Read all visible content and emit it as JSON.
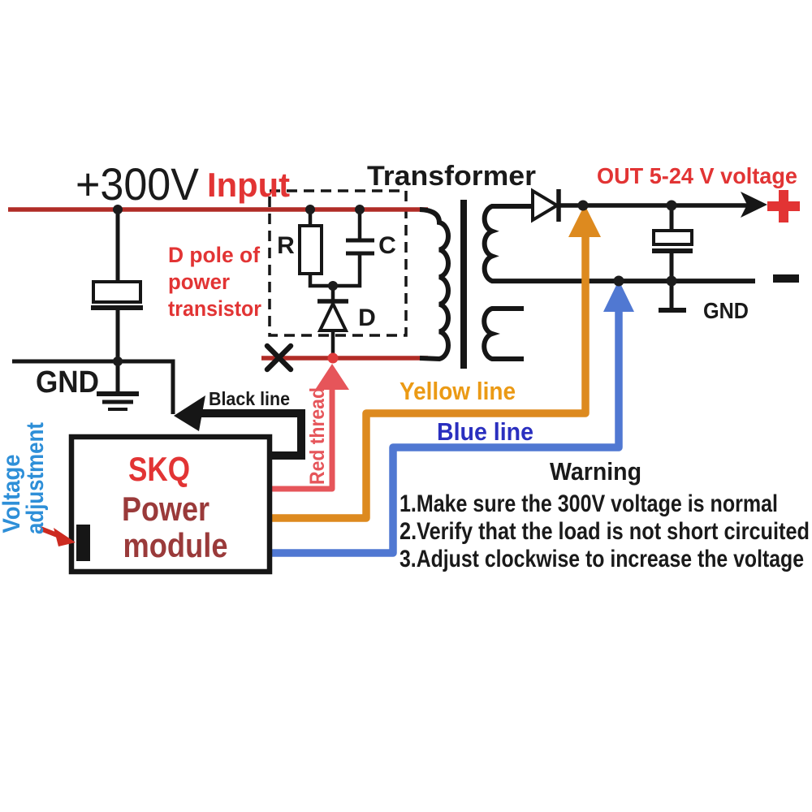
{
  "labels": {
    "input_voltage": "+300V",
    "input": "Input",
    "transformer": "Transformer",
    "out_voltage": "OUT  5-24 V voltage",
    "plus": "+",
    "minus": "-",
    "gnd_left": "GND",
    "gnd_right": "GND",
    "d_pole_line1": "D pole of",
    "d_pole_line2": "power",
    "d_pole_line3": "transistor",
    "resistor": "R",
    "capacitor": "C",
    "diode": "D",
    "black_line": "Black line",
    "red_thread": "Red thread",
    "yellow_line": "Yellow line",
    "blue_line": "Blue line",
    "voltage_adjustment_line1": "Voltage",
    "voltage_adjustment_line2": "adjustment",
    "module_line1": "SKQ",
    "module_line2": "Power",
    "module_line3": "module"
  },
  "warning": {
    "title": "Warning",
    "items": [
      "1.Make sure the 300V voltage is normal",
      "2.Verify that the load is not short circuited",
      "3.Adjust clockwise to increase the voltage"
    ]
  },
  "colors": {
    "line-dark-red": "#b02c26",
    "text-red": "#e23434",
    "wire-red": "#e6555a",
    "wire-orange": "#dd8a1f",
    "text-orange": "#eb9a15",
    "wire-blue": "#5078d2",
    "text-blue-dark": "#2a2fbf",
    "text-blue-light": "#2e8fd8",
    "text-maroon": "#9a3a3a",
    "text-black": "#1a1a1a"
  }
}
